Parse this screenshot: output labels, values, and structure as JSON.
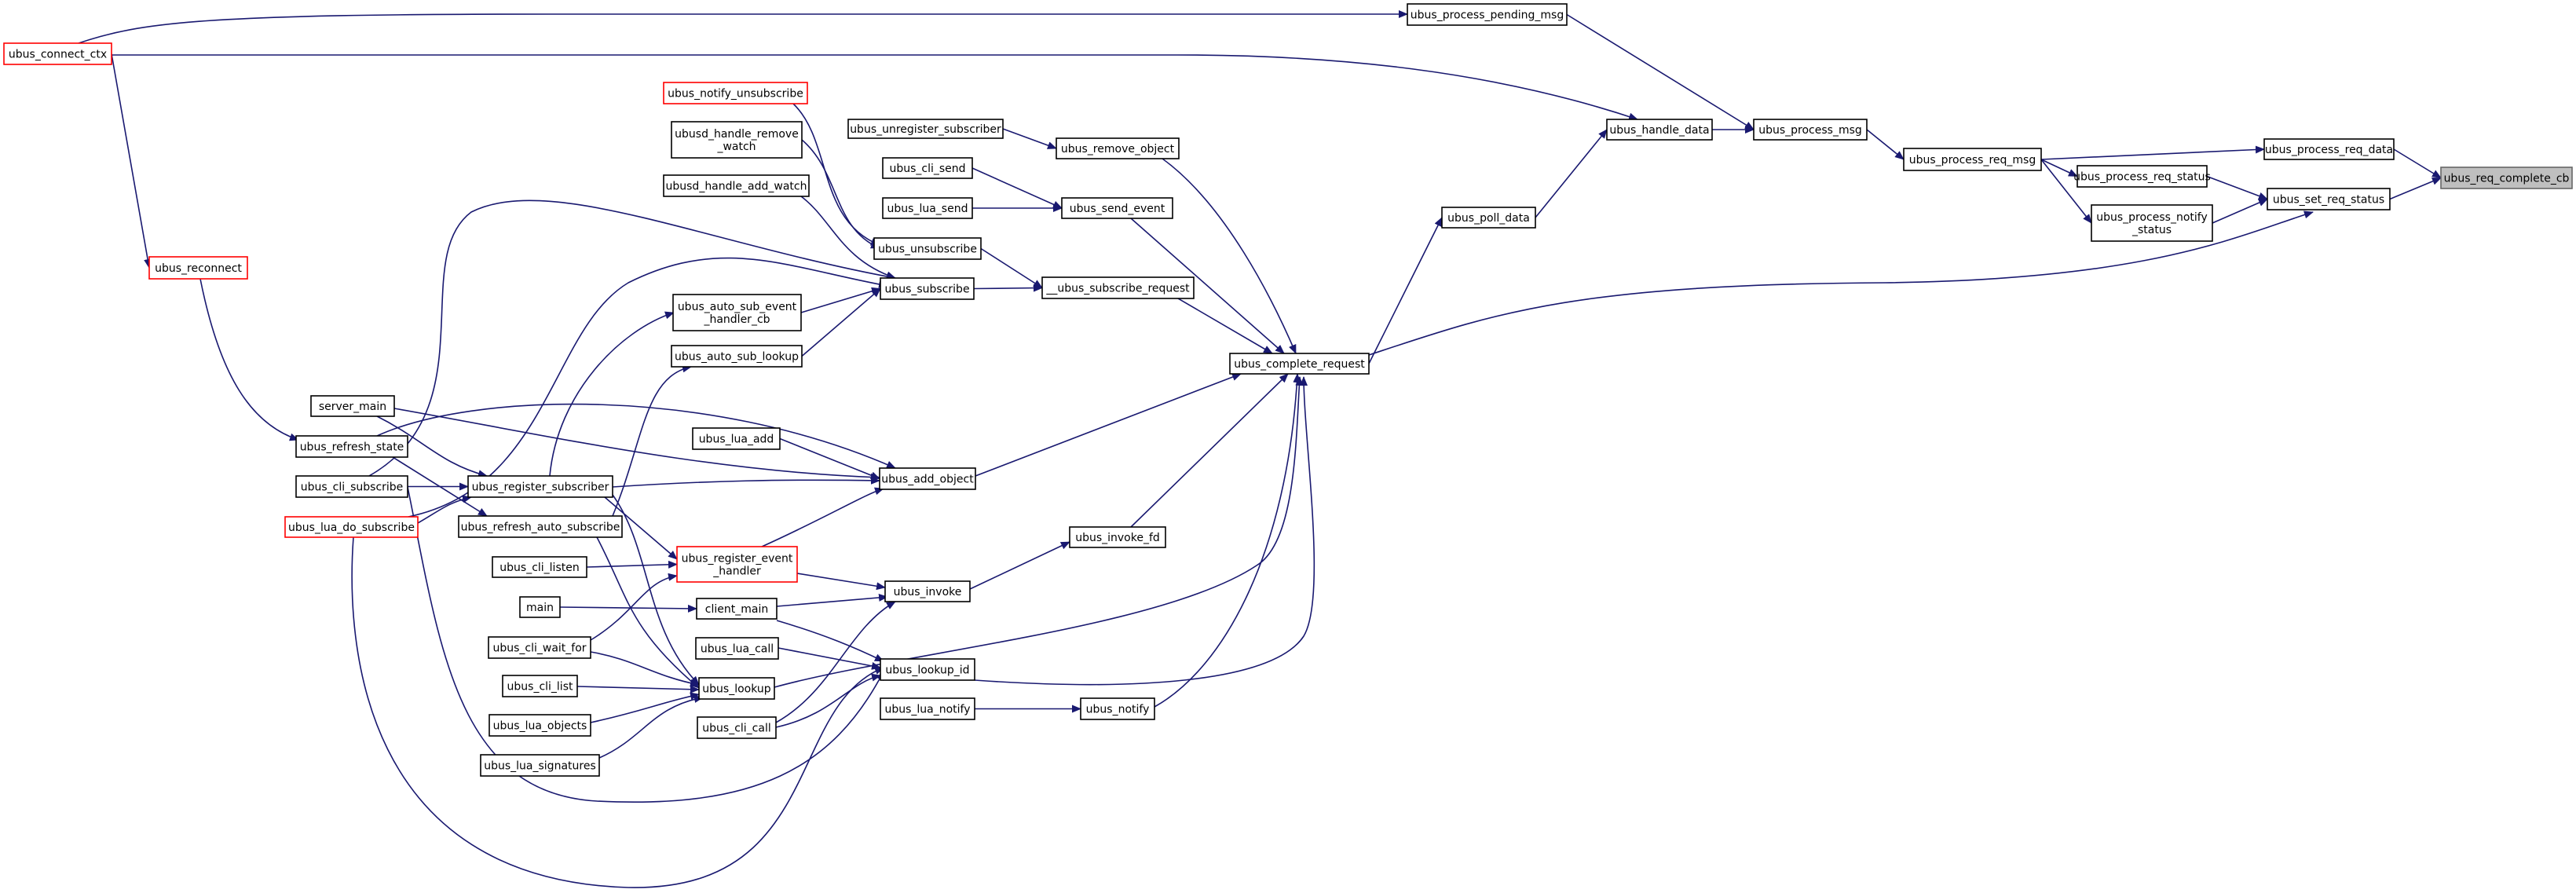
{
  "graph": {
    "nodes": [
      {
        "id": "ubus_req_complete_cb",
        "lines": [
          "ubus_req_complete_cb"
        ],
        "root": true
      },
      {
        "id": "ubus_process_req_data",
        "lines": [
          "ubus_process_req_data"
        ]
      },
      {
        "id": "ubus_set_req_status",
        "lines": [
          "ubus_set_req_status"
        ]
      },
      {
        "id": "ubus_process_req_msg",
        "lines": [
          "ubus_process_req_msg"
        ]
      },
      {
        "id": "ubus_process_req_status",
        "lines": [
          "ubus_process_req_status"
        ]
      },
      {
        "id": "ubus_process_notify_status",
        "lines": [
          "ubus_process_notify",
          "_status"
        ]
      },
      {
        "id": "ubus_process_msg",
        "lines": [
          "ubus_process_msg"
        ]
      },
      {
        "id": "ubus_handle_data",
        "lines": [
          "ubus_handle_data"
        ]
      },
      {
        "id": "ubus_process_pending_msg",
        "lines": [
          "ubus_process_pending_msg"
        ]
      },
      {
        "id": "ubus_connect_ctx",
        "lines": [
          "ubus_connect_ctx"
        ],
        "truncated": true
      },
      {
        "id": "ubus_poll_data",
        "lines": [
          "ubus_poll_data"
        ]
      },
      {
        "id": "ubus_complete_request",
        "lines": [
          "ubus_complete_request"
        ]
      },
      {
        "id": "ubus_remove_object",
        "lines": [
          "ubus_remove_object"
        ]
      },
      {
        "id": "ubus_unregister_subscriber",
        "lines": [
          "ubus_unregister_subscriber"
        ]
      },
      {
        "id": "ubus_send_event",
        "lines": [
          "ubus_send_event"
        ]
      },
      {
        "id": "ubus_cli_send",
        "lines": [
          "ubus_cli_send"
        ]
      },
      {
        "id": "ubus_lua_send",
        "lines": [
          "ubus_lua_send"
        ]
      },
      {
        "id": "__ubus_subscribe_request",
        "lines": [
          "__ubus_subscribe_request"
        ]
      },
      {
        "id": "ubus_unsubscribe",
        "lines": [
          "ubus_unsubscribe"
        ]
      },
      {
        "id": "ubus_subscribe",
        "lines": [
          "ubus_subscribe"
        ]
      },
      {
        "id": "ubus_notify_unsubscribe",
        "lines": [
          "ubus_notify_unsubscribe"
        ],
        "truncated": true
      },
      {
        "id": "ubusd_handle_remove_watch",
        "lines": [
          "ubusd_handle_remove",
          "_watch"
        ]
      },
      {
        "id": "ubusd_handle_add_watch",
        "lines": [
          "ubusd_handle_add_watch"
        ]
      },
      {
        "id": "ubus_auto_sub_event_handler_cb",
        "lines": [
          "ubus_auto_sub_event",
          "_handler_cb"
        ]
      },
      {
        "id": "ubus_auto_sub_lookup",
        "lines": [
          "ubus_auto_sub_lookup"
        ]
      },
      {
        "id": "ubus_reconnect",
        "lines": [
          "ubus_reconnect"
        ],
        "truncated": true
      },
      {
        "id": "server_main",
        "lines": [
          "server_main"
        ]
      },
      {
        "id": "ubus_refresh_state",
        "lines": [
          "ubus_refresh_state"
        ]
      },
      {
        "id": "ubus_cli_subscribe",
        "lines": [
          "ubus_cli_subscribe"
        ]
      },
      {
        "id": "ubus_lua_do_subscribe",
        "lines": [
          "ubus_lua_do_subscribe"
        ],
        "truncated": true
      },
      {
        "id": "ubus_register_subscriber",
        "lines": [
          "ubus_register_subscriber"
        ]
      },
      {
        "id": "ubus_refresh_auto_subscribe",
        "lines": [
          "ubus_refresh_auto_subscribe"
        ]
      },
      {
        "id": "ubus_lua_add",
        "lines": [
          "ubus_lua_add"
        ]
      },
      {
        "id": "ubus_add_object",
        "lines": [
          "ubus_add_object"
        ]
      },
      {
        "id": "ubus_register_event_handler",
        "lines": [
          "ubus_register_event",
          "_handler"
        ],
        "truncated": true
      },
      {
        "id": "ubus_cli_listen",
        "lines": [
          "ubus_cli_listen"
        ]
      },
      {
        "id": "main",
        "lines": [
          "main"
        ]
      },
      {
        "id": "client_main",
        "lines": [
          "client_main"
        ]
      },
      {
        "id": "ubus_invoke_fd",
        "lines": [
          "ubus_invoke_fd"
        ]
      },
      {
        "id": "ubus_invoke",
        "lines": [
          "ubus_invoke"
        ]
      },
      {
        "id": "ubus_lua_call",
        "lines": [
          "ubus_lua_call"
        ]
      },
      {
        "id": "ubus_cli_wait_for",
        "lines": [
          "ubus_cli_wait_for"
        ]
      },
      {
        "id": "ubus_lookup_id",
        "lines": [
          "ubus_lookup_id"
        ]
      },
      {
        "id": "ubus_cli_list",
        "lines": [
          "ubus_cli_list"
        ]
      },
      {
        "id": "ubus_lookup",
        "lines": [
          "ubus_lookup"
        ]
      },
      {
        "id": "ubus_lua_objects",
        "lines": [
          "ubus_lua_objects"
        ]
      },
      {
        "id": "ubus_cli_call",
        "lines": [
          "ubus_cli_call"
        ]
      },
      {
        "id": "ubus_lua_notify",
        "lines": [
          "ubus_lua_notify"
        ]
      },
      {
        "id": "ubus_notify",
        "lines": [
          "ubus_notify"
        ]
      },
      {
        "id": "ubus_lua_signatures",
        "lines": [
          "ubus_lua_signatures"
        ]
      }
    ],
    "edges": [
      {
        "from": "ubus_process_req_data",
        "to": "ubus_req_complete_cb"
      },
      {
        "from": "ubus_set_req_status",
        "to": "ubus_req_complete_cb"
      },
      {
        "from": "ubus_process_req_msg",
        "to": "ubus_process_req_data"
      },
      {
        "from": "ubus_process_req_status",
        "to": "ubus_set_req_status"
      },
      {
        "from": "ubus_process_notify_status",
        "to": "ubus_set_req_status"
      },
      {
        "from": "ubus_complete_request",
        "to": "ubus_set_req_status"
      },
      {
        "from": "ubus_process_req_msg",
        "to": "ubus_process_req_status"
      },
      {
        "from": "ubus_process_req_msg",
        "to": "ubus_process_notify_status"
      },
      {
        "from": "ubus_process_msg",
        "to": "ubus_process_req_msg"
      },
      {
        "from": "ubus_handle_data",
        "to": "ubus_process_msg"
      },
      {
        "from": "ubus_process_pending_msg",
        "to": "ubus_process_msg"
      },
      {
        "from": "ubus_connect_ctx",
        "to": "ubus_process_pending_msg"
      },
      {
        "from": "ubus_connect_ctx",
        "to": "ubus_handle_data"
      },
      {
        "from": "ubus_poll_data",
        "to": "ubus_handle_data"
      },
      {
        "from": "ubus_complete_request",
        "to": "ubus_poll_data"
      },
      {
        "from": "ubus_remove_object",
        "to": "ubus_complete_request"
      },
      {
        "from": "ubus_send_event",
        "to": "ubus_complete_request"
      },
      {
        "from": "__ubus_subscribe_request",
        "to": "ubus_complete_request"
      },
      {
        "from": "ubus_add_object",
        "to": "ubus_complete_request"
      },
      {
        "from": "ubus_invoke_fd",
        "to": "ubus_complete_request"
      },
      {
        "from": "ubus_notify",
        "to": "ubus_complete_request"
      },
      {
        "from": "ubus_lookup_id",
        "to": "ubus_complete_request"
      },
      {
        "from": "ubus_lookup",
        "to": "ubus_complete_request"
      },
      {
        "from": "ubus_unregister_subscriber",
        "to": "ubus_remove_object"
      },
      {
        "from": "ubus_cli_send",
        "to": "ubus_send_event"
      },
      {
        "from": "ubus_lua_send",
        "to": "ubus_send_event"
      },
      {
        "from": "ubus_unsubscribe",
        "to": "__ubus_subscribe_request"
      },
      {
        "from": "ubus_subscribe",
        "to": "__ubus_subscribe_request"
      },
      {
        "from": "ubus_notify_unsubscribe",
        "to": "ubus_unsubscribe"
      },
      {
        "from": "ubusd_handle_remove_watch",
        "to": "ubus_unsubscribe"
      },
      {
        "from": "ubusd_handle_add_watch",
        "to": "ubus_subscribe"
      },
      {
        "from": "ubus_auto_sub_event_handler_cb",
        "to": "ubus_subscribe"
      },
      {
        "from": "ubus_auto_sub_lookup",
        "to": "ubus_subscribe"
      },
      {
        "from": "ubus_cli_subscribe",
        "to": "ubus_subscribe"
      },
      {
        "from": "ubus_lua_do_subscribe",
        "to": "ubus_subscribe"
      },
      {
        "from": "ubus_register_subscriber",
        "to": "ubus_auto_sub_event_handler_cb"
      },
      {
        "from": "ubus_refresh_auto_subscribe",
        "to": "ubus_auto_sub_lookup"
      },
      {
        "from": "ubus_connect_ctx",
        "to": "ubus_reconnect"
      },
      {
        "from": "ubus_reconnect",
        "to": "ubus_refresh_state"
      },
      {
        "from": "server_main",
        "to": "ubus_add_object"
      },
      {
        "from": "ubus_refresh_state",
        "to": "ubus_add_object"
      },
      {
        "from": "ubus_lua_add",
        "to": "ubus_add_object"
      },
      {
        "from": "ubus_register_subscriber",
        "to": "ubus_add_object"
      },
      {
        "from": "ubus_register_event_handler",
        "to": "ubus_add_object"
      },
      {
        "from": "server_main",
        "to": "ubus_register_subscriber"
      },
      {
        "from": "ubus_cli_subscribe",
        "to": "ubus_register_subscriber"
      },
      {
        "from": "ubus_lua_do_subscribe",
        "to": "ubus_register_subscriber"
      },
      {
        "from": "ubus_refresh_state",
        "to": "ubus_refresh_auto_subscribe"
      },
      {
        "from": "ubus_register_subscriber",
        "to": "ubus_register_event_handler"
      },
      {
        "from": "ubus_cli_listen",
        "to": "ubus_register_event_handler"
      },
      {
        "from": "ubus_cli_wait_for",
        "to": "ubus_register_event_handler"
      },
      {
        "from": "main",
        "to": "client_main"
      },
      {
        "from": "ubus_invoke",
        "to": "ubus_invoke_fd"
      },
      {
        "from": "ubus_register_event_handler",
        "to": "ubus_invoke"
      },
      {
        "from": "client_main",
        "to": "ubus_invoke"
      },
      {
        "from": "ubus_cli_call",
        "to": "ubus_invoke"
      },
      {
        "from": "ubus_lua_call",
        "to": "ubus_lookup_id"
      },
      {
        "from": "ubus_cli_call",
        "to": "ubus_lookup_id"
      },
      {
        "from": "client_main",
        "to": "ubus_lookup_id"
      },
      {
        "from": "ubus_lua_do_subscribe",
        "to": "ubus_lookup_id"
      },
      {
        "from": "ubus_cli_subscribe",
        "to": "ubus_lookup_id"
      },
      {
        "from": "ubus_cli_wait_for",
        "to": "ubus_lookup"
      },
      {
        "from": "ubus_cli_list",
        "to": "ubus_lookup"
      },
      {
        "from": "ubus_lua_objects",
        "to": "ubus_lookup"
      },
      {
        "from": "ubus_lua_signatures",
        "to": "ubus_lookup"
      },
      {
        "from": "ubus_register_subscriber",
        "to": "ubus_lookup"
      },
      {
        "from": "ubus_refresh_auto_subscribe",
        "to": "ubus_lookup"
      },
      {
        "from": "ubus_lua_notify",
        "to": "ubus_notify"
      }
    ]
  }
}
